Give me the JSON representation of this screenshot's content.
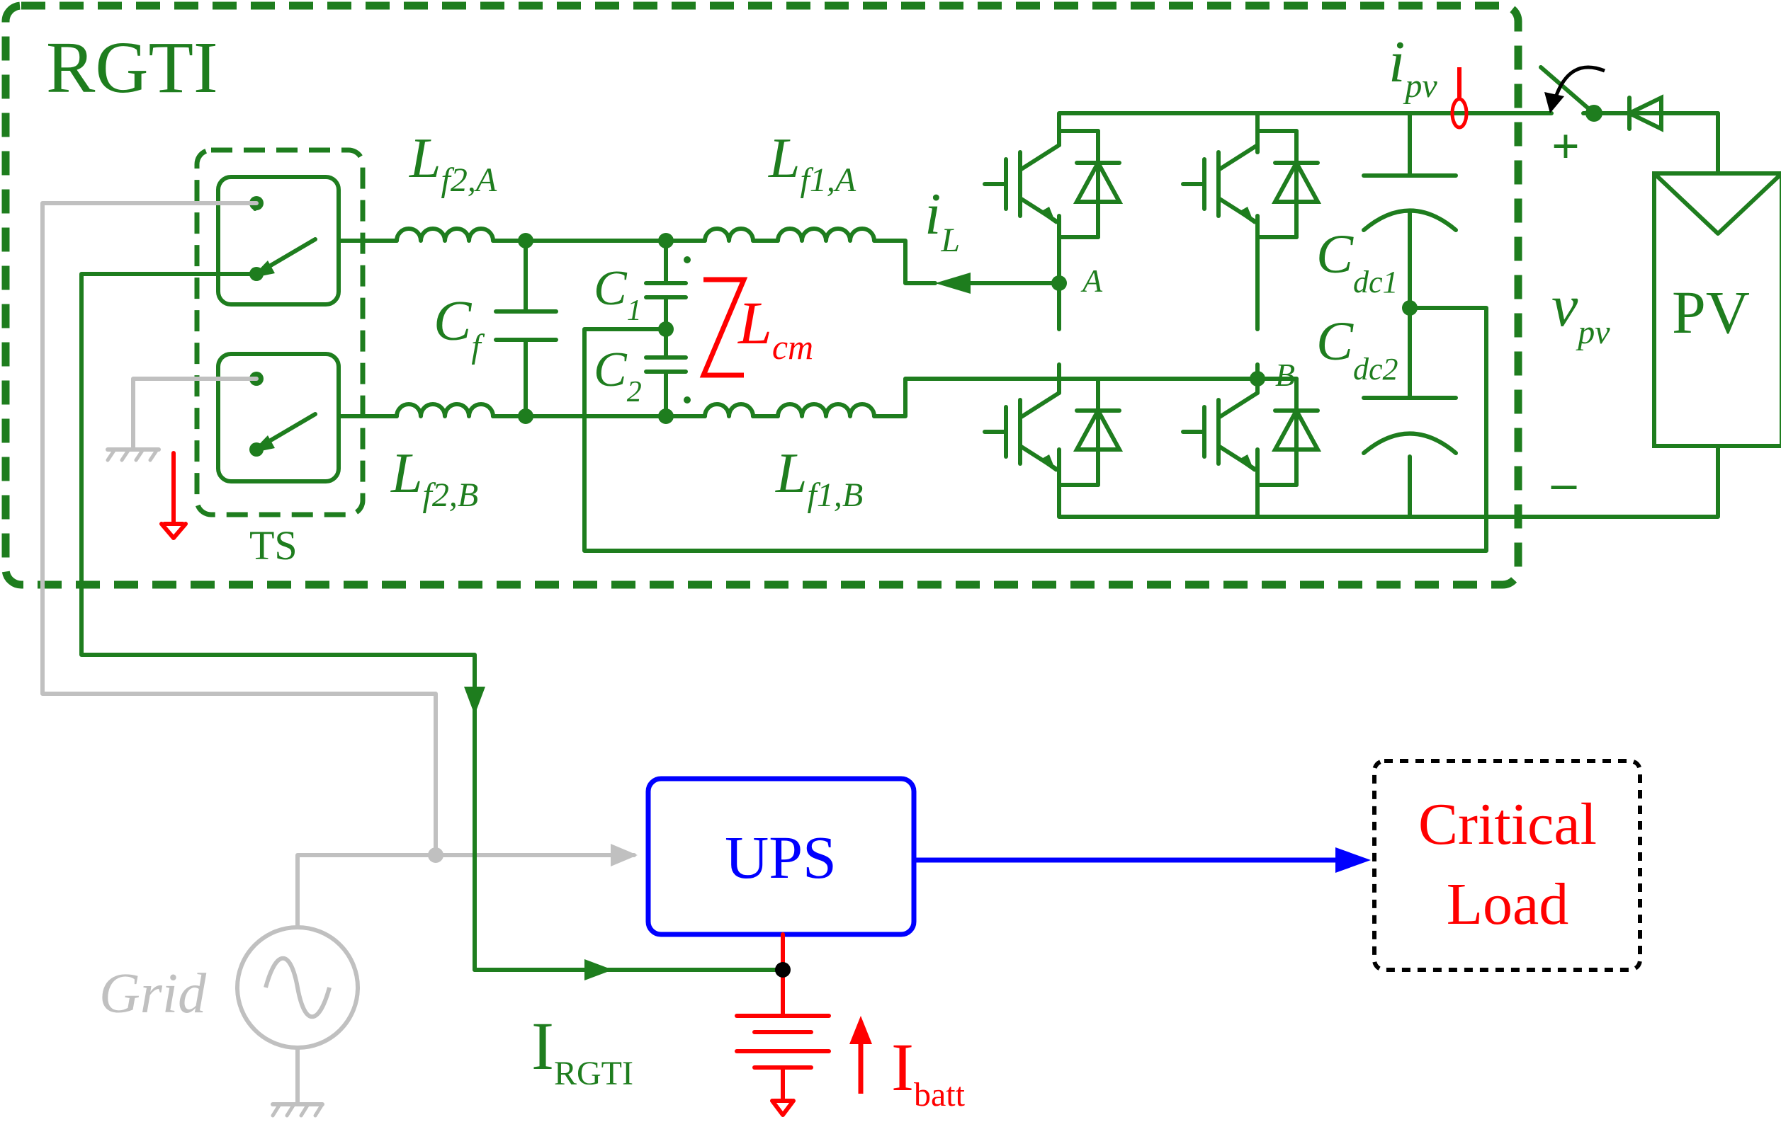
{
  "colors": {
    "circuit": "#1e7d1e",
    "grid": "#c0c0c0",
    "battery": "#ff0000",
    "ups": "#0000ff",
    "critical_load_border": "#000000"
  },
  "labels": {
    "rgti": "RGTI",
    "ts": "TS",
    "lf2a": {
      "base": "L",
      "sub": "f2,A"
    },
    "lf2b": {
      "base": "L",
      "sub": "f2,B"
    },
    "lf1a": {
      "base": "L",
      "sub": "f1,A"
    },
    "lf1b": {
      "base": "L",
      "sub": "f1,B"
    },
    "cf": {
      "base": "C",
      "sub": "f"
    },
    "c1": {
      "base": "C",
      "sub": "1"
    },
    "c2": {
      "base": "C",
      "sub": "2"
    },
    "lcm": {
      "base": "L",
      "sub": "cm"
    },
    "il": {
      "base": "i",
      "sub": "L"
    },
    "ipv": {
      "base": "i",
      "sub": "pv"
    },
    "vpv": {
      "base": "v",
      "sub": "pv"
    },
    "cdc1": {
      "base": "C",
      "sub": "dc1"
    },
    "cdc2": {
      "base": "C",
      "sub": "dc2"
    },
    "node_a": "A",
    "node_b": "B",
    "plus": "+",
    "minus": "–",
    "pv": "PV",
    "ups": "UPS",
    "critical_load": [
      "Critical",
      "Load"
    ],
    "grid": "Grid",
    "i_rgti": {
      "base": "I",
      "sub": "RGTI"
    },
    "i_batt": {
      "base": "I",
      "sub": "batt"
    }
  }
}
